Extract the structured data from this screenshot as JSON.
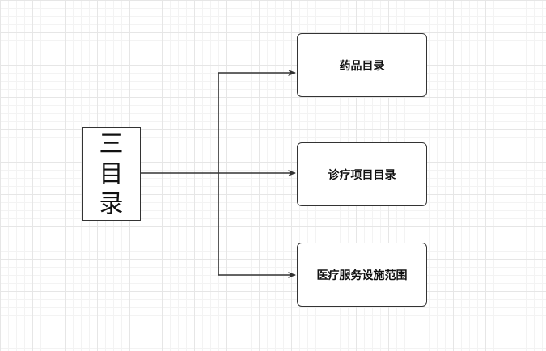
{
  "root": {
    "chars": [
      "三",
      "目",
      "录"
    ]
  },
  "children": [
    {
      "label": "药品目录"
    },
    {
      "label": "诊疗项目目录"
    },
    {
      "label": "医疗服务设施范围"
    }
  ],
  "colors": {
    "stroke": "#333333",
    "background": "#ffffff",
    "grid": "#e6e6e6"
  }
}
